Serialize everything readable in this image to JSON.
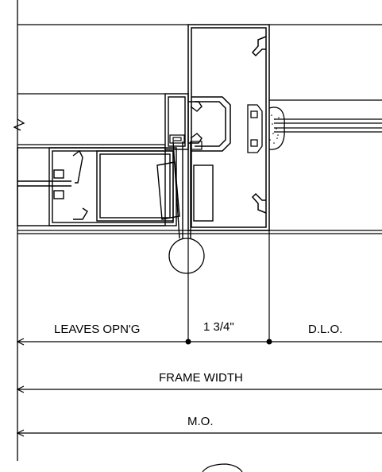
{
  "dimensions": {
    "leaves_opening": "LEAVES OPN'G",
    "frame_depth": "1 3/4\"",
    "dlo": "D.L.O.",
    "frame_width": "FRAME WIDTH",
    "masonry_opening": "M.O."
  },
  "colors": {
    "line": "#000000",
    "background": "#ffffff"
  }
}
